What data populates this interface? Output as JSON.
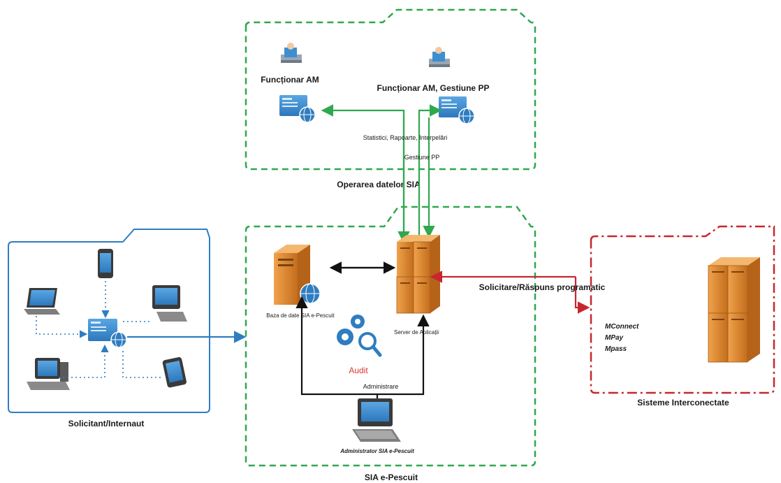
{
  "groups": {
    "operare": {
      "label": "Operarea datelor SIA"
    },
    "sia": {
      "label": "SIA e-Pescuit"
    },
    "solicitant": {
      "label": "Solicitant/Internaut"
    },
    "sisteme": {
      "label": "Sisteme Interconectate"
    }
  },
  "nodes": {
    "functionar_am": {
      "label": "Funcționar AM"
    },
    "functionar_gestiune": {
      "label": "Funcționar AM, Gestiune PP"
    },
    "baza_date": {
      "label": "Baza de date SIA e-Pescuit"
    },
    "server": {
      "label": "Server de Aplicații"
    },
    "audit": {
      "label": "Audit"
    },
    "administrator": {
      "label": "Administrator SIA e-Pescuit"
    }
  },
  "edges": {
    "statistici": "Statistici, Rapoarte, Interpelări",
    "gestiune": "Gestiune PP",
    "administrare": "Administrare",
    "solicitare": "Solicitare/Răspuns programatic"
  },
  "external_systems": [
    "MConnect",
    "MPay",
    "Mpass"
  ],
  "colors": {
    "green": "#2fa84f",
    "blue": "#2f7dc1",
    "red": "#c8262e",
    "server_orange": "#d9892f",
    "screen_blue": "#3d8fd1"
  }
}
